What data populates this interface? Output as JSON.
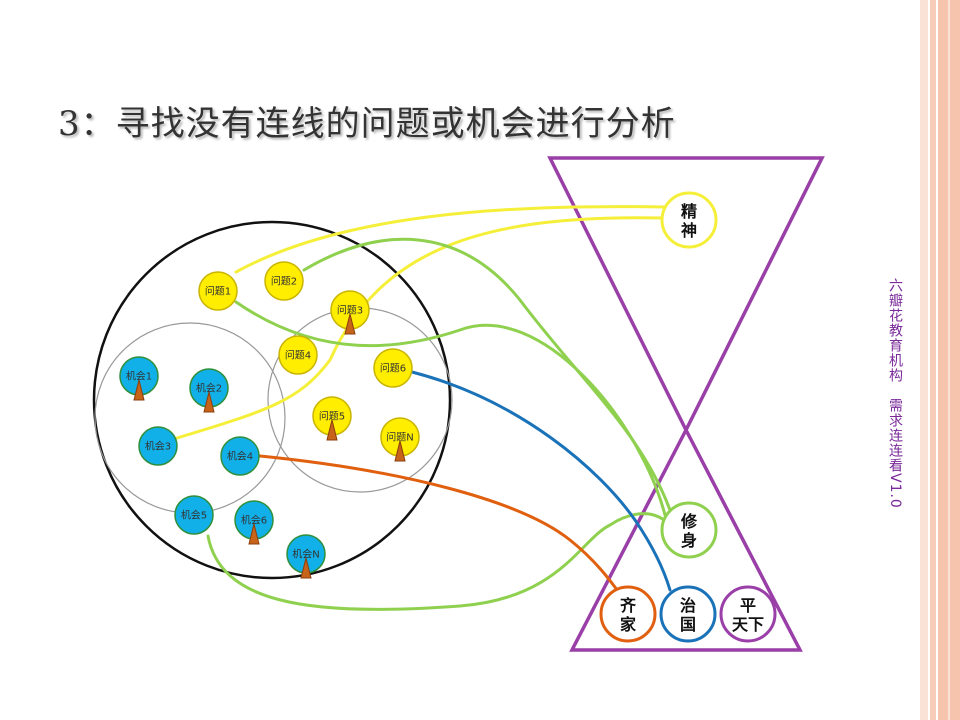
{
  "slide": {
    "title": "3：寻找没有连线的问题或机会进行分析",
    "side_note": "六瓣花教育机构　需求连连看V1.0"
  },
  "colors": {
    "title": "#333333",
    "problem_fill": "#ffee00",
    "opportunity_fill": "#11b0e8",
    "yellow_line": "#f5ef3a",
    "green_line": "#8fd14f",
    "blue_line": "#1a72b8",
    "orange_line": "#e0600f",
    "purple": "#9a3fa8",
    "stripe_light": "#fbe0d4",
    "stripe_mid": "#f6c3ad"
  },
  "nodes": {
    "problems": [
      {
        "id": "q1",
        "label": "问题1",
        "flag": false
      },
      {
        "id": "q2",
        "label": "问题2",
        "flag": false
      },
      {
        "id": "q3",
        "label": "问题3",
        "flag": true
      },
      {
        "id": "q4",
        "label": "问题4",
        "flag": false
      },
      {
        "id": "q5",
        "label": "问题5",
        "flag": true
      },
      {
        "id": "q6",
        "label": "问题6",
        "flag": false
      },
      {
        "id": "qn",
        "label": "问题N",
        "flag": true
      }
    ],
    "opportunities": [
      {
        "id": "o1",
        "label": "机会1",
        "flag": true
      },
      {
        "id": "o2",
        "label": "机会2",
        "flag": true
      },
      {
        "id": "o3",
        "label": "机会3",
        "flag": false
      },
      {
        "id": "o4",
        "label": "机会4",
        "flag": false
      },
      {
        "id": "o5",
        "label": "机会5",
        "flag": false
      },
      {
        "id": "o6",
        "label": "机会6",
        "flag": true
      },
      {
        "id": "on",
        "label": "机会N",
        "flag": true
      }
    ],
    "levels": [
      {
        "id": "spirit",
        "lines": [
          "精",
          "神"
        ],
        "color": "#f5ef3a"
      },
      {
        "id": "self",
        "lines": [
          "修",
          "身"
        ],
        "color": "#8fd14f"
      },
      {
        "id": "family",
        "lines": [
          "齐",
          "家"
        ],
        "color": "#e0600f"
      },
      {
        "id": "country",
        "lines": [
          "治",
          "国"
        ],
        "color": "#1a72b8"
      },
      {
        "id": "world",
        "lines": [
          "平",
          "天下"
        ],
        "color": "#9a3fa8"
      }
    ]
  },
  "links": [
    {
      "from": "q1",
      "to": "spirit",
      "color": "yellow"
    },
    {
      "from": "o3",
      "to": "spirit",
      "color": "yellow"
    },
    {
      "from": "q2",
      "to": "self",
      "color": "green"
    },
    {
      "from": "q1",
      "to": "self",
      "color": "green"
    },
    {
      "from": "o5",
      "to": "self",
      "color": "green"
    },
    {
      "from": "q6",
      "to": "country",
      "color": "blue"
    },
    {
      "from": "o4",
      "to": "family",
      "color": "orange"
    }
  ]
}
